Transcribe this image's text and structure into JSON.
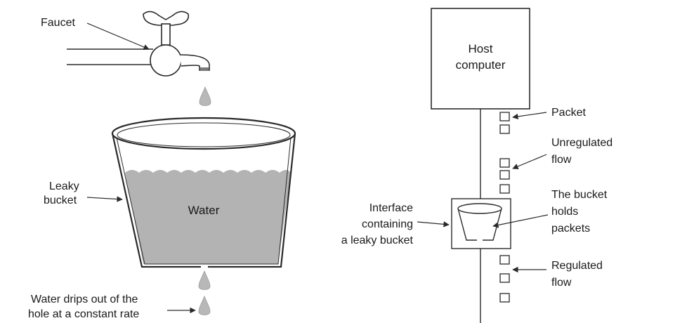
{
  "left_panel": {
    "faucet_label": "Faucet",
    "bucket_label": [
      "Leaky",
      "bucket"
    ],
    "water_label": "Water",
    "drip_label": [
      "Water drips out of the",
      "hole at a constant rate"
    ]
  },
  "right_panel": {
    "host_label": [
      "Host",
      "computer"
    ],
    "packet_label": "Packet",
    "unregulated_label": [
      "Unregulated",
      "flow"
    ],
    "holds_label": [
      "The bucket",
      "holds",
      "packets"
    ],
    "interface_label": [
      "Interface",
      "containing",
      "a leaky bucket"
    ],
    "regulated_label": [
      "Regulated",
      "flow"
    ]
  },
  "colors": {
    "water": "#b3b3b3",
    "drop": "#b8b8b8",
    "line": "#2a2a2a"
  }
}
